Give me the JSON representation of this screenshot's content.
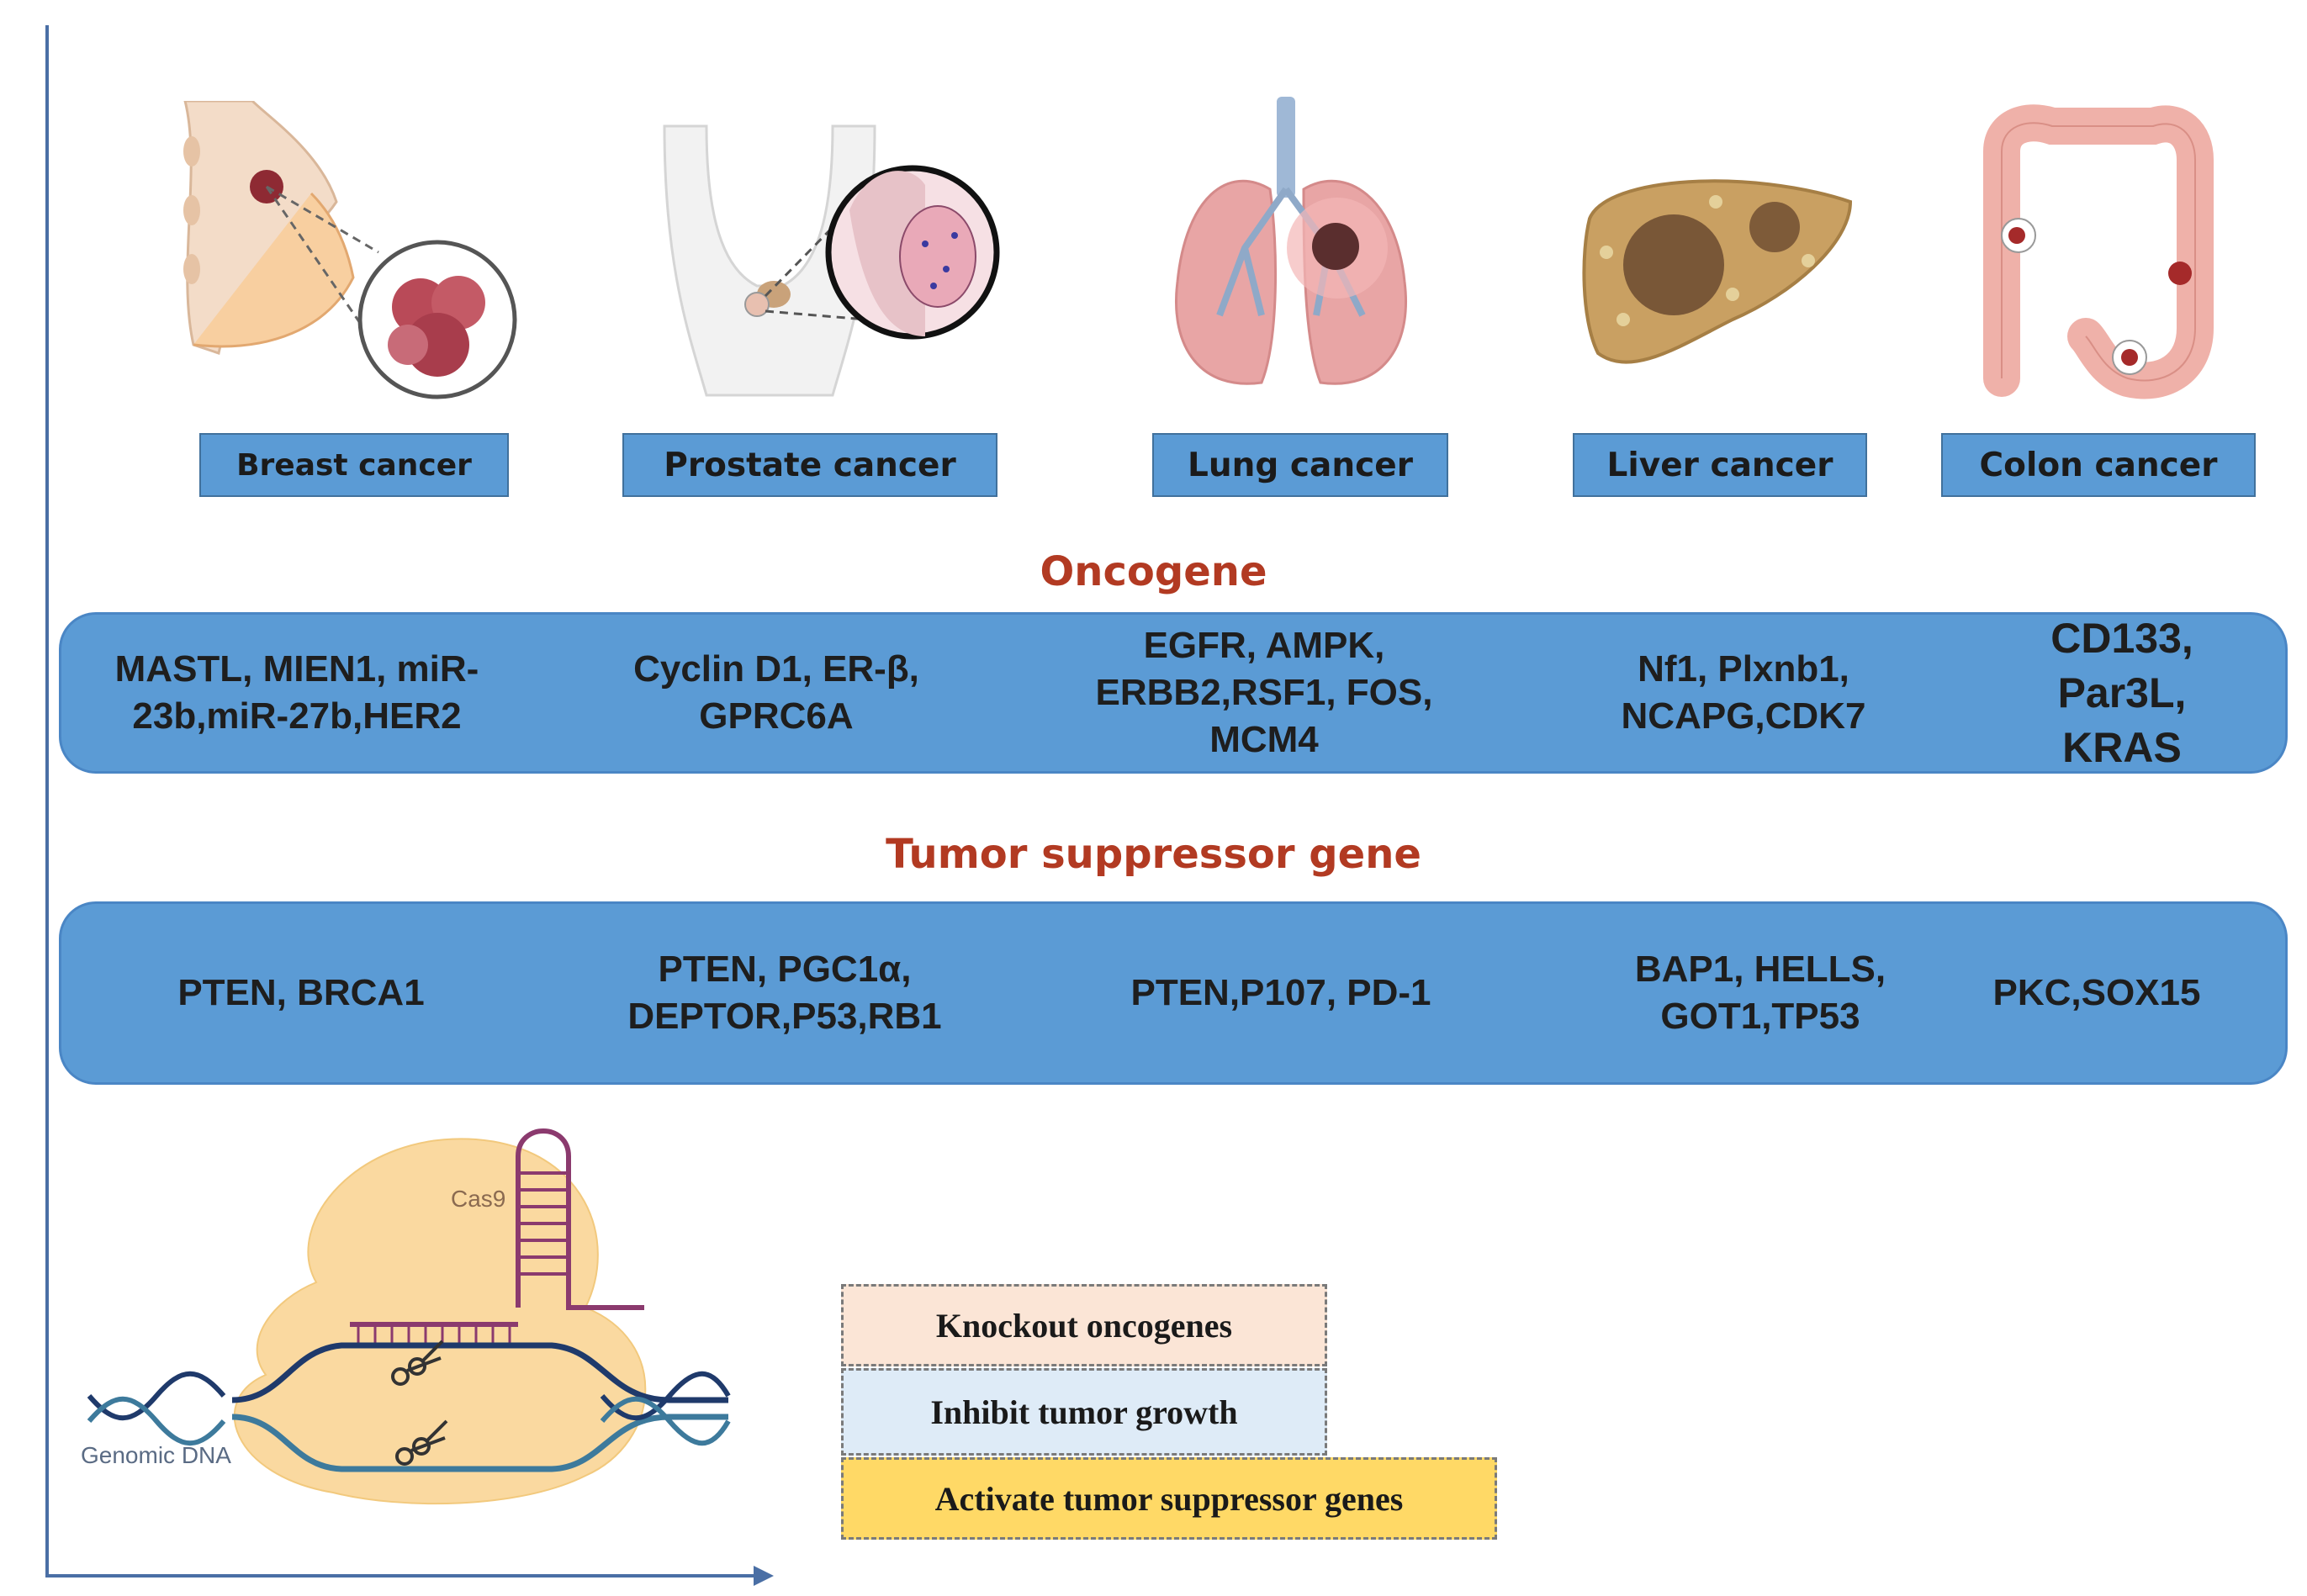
{
  "cancers": [
    {
      "label": "Breast cancer",
      "icon": "breast-icon"
    },
    {
      "label": "Prostate cancer",
      "icon": "prostate-icon"
    },
    {
      "label": "Lung cancer",
      "icon": "lung-icon"
    },
    {
      "label": "Liver cancer",
      "icon": "liver-icon"
    },
    {
      "label": "Colon cancer",
      "icon": "colon-icon"
    }
  ],
  "oncogene": {
    "title": "Oncogene",
    "genes": [
      "MASTL, MIEN1, miR-\n23b,miR-27b,HER2",
      "Cyclin D1, ER-β,\nGPRC6A",
      "EGFR, AMPK,\nERBB2,RSF1, FOS,\nMCM4",
      "Nf1, Plxnb1,\nNCAPG,CDK7",
      "CD133,\nPar3L,\nKRAS"
    ]
  },
  "tumor_suppressor": {
    "title": "Tumor suppressor gene",
    "genes": [
      "PTEN, BRCA1",
      "PTEN, PGC1α,\nDEPTOR,P53,RB1",
      "PTEN,P107, PD-1",
      "BAP1, HELLS,\nGOT1,TP53",
      "PKC,SOX15"
    ]
  },
  "crispr": {
    "protein_label": "Cas9",
    "dna_label": "Genomic DNA"
  },
  "legend": [
    {
      "label": "Knockout oncogenes",
      "color": "#fbe5d6"
    },
    {
      "label": "Inhibit tumor growth",
      "color": "#deebf7"
    },
    {
      "label": "Activate tumor suppressor genes",
      "color": "#ffd966"
    }
  ],
  "colors": {
    "band": "#5b9bd5",
    "section_title": "#b23a22",
    "axis": "#4a6fa5"
  }
}
